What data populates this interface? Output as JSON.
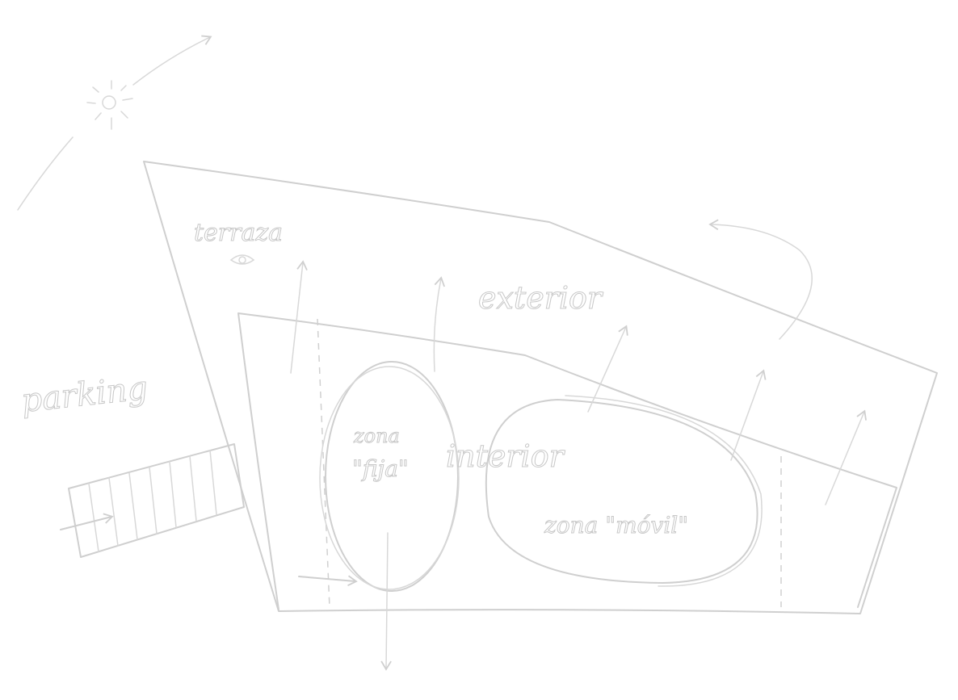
{
  "labels": {
    "terrace": "terraza",
    "exterior": "exterior",
    "parking": "parking",
    "fixed_zone_line1": "zona",
    "fixed_zone_line2": "\"fija\"",
    "interior": "interior",
    "mobile_zone": "zona \"móvil\""
  },
  "colors": {
    "stroke": "#cfcfcf",
    "background": "#ffffff"
  }
}
